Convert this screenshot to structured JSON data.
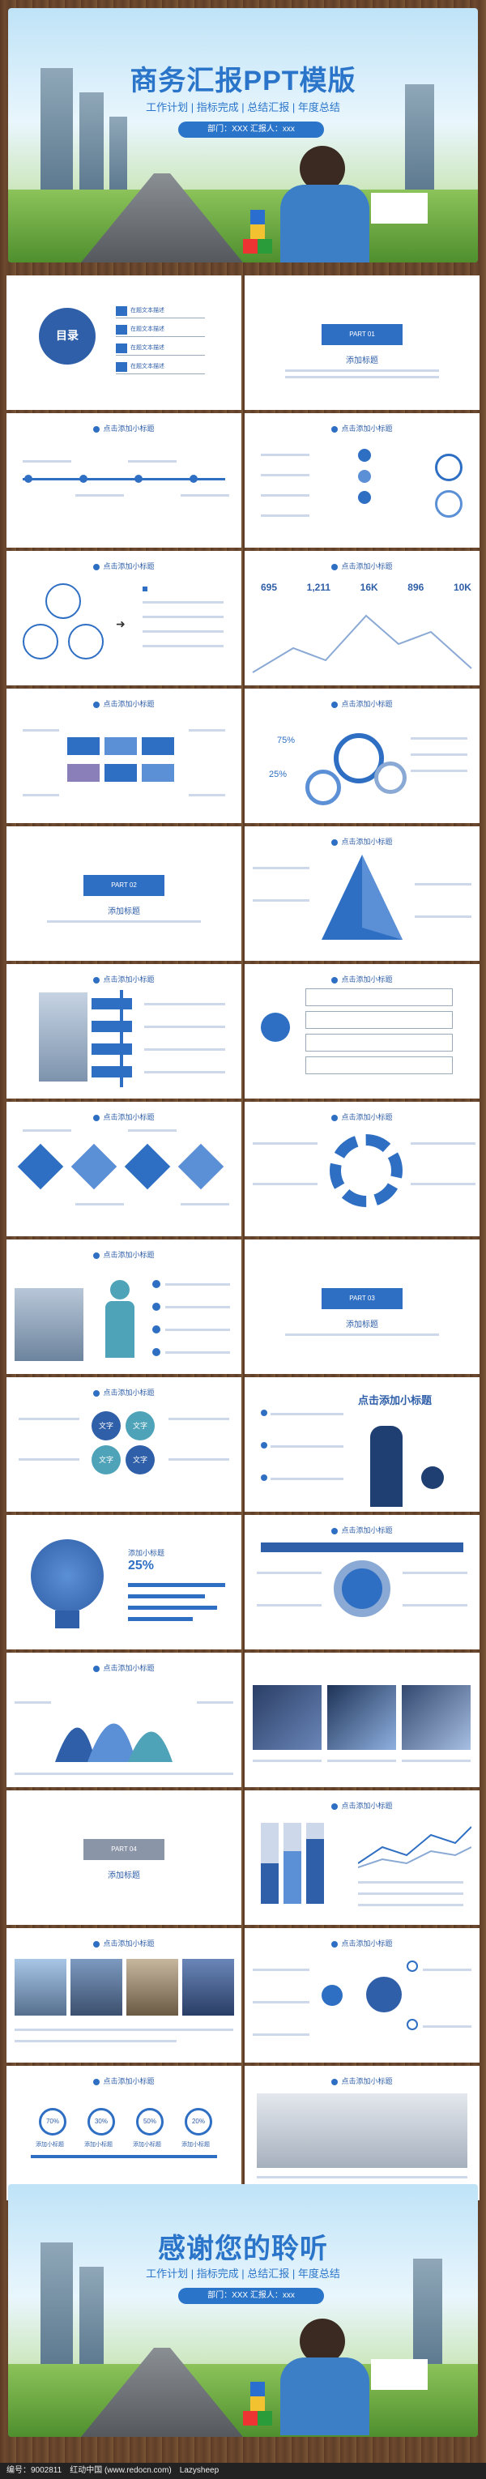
{
  "cover": {
    "title": "商务汇报PPT模版",
    "subtitle": "工作计划 | 指标完成 | 总结汇报 | 年度总结",
    "pill": "部门：XXX 汇报人：xxx"
  },
  "ending": {
    "title": "感谢您的聆听",
    "subtitle": "工作计划 | 指标完成 | 总结汇报 | 年度总结",
    "pill": "部门：XXX 汇报人：xxx"
  },
  "toc": {
    "label": "目录",
    "items": [
      "在题文本描述",
      "在题文本描述",
      "在题文本描述",
      "在题文本描述"
    ]
  },
  "parts": [
    {
      "label": "PART 01",
      "sub": "添加标题"
    },
    {
      "label": "PART 02",
      "sub": "添加标题"
    },
    {
      "label": "PART 03",
      "sub": "添加标题"
    },
    {
      "label": "PART 04",
      "sub": "添加标题"
    }
  ],
  "slide_title": "点击添加小标题",
  "slide_title_large": "点击添加小标题",
  "stats": [
    "695",
    "1,211",
    "16K",
    "896",
    "10K"
  ],
  "percents": [
    "75%",
    "25%"
  ],
  "words": [
    "文字",
    "文字",
    "文字",
    "文字"
  ],
  "subtitle_add": "添加小标题",
  "percent_circles": [
    "70%",
    "30%",
    "50%",
    "20%"
  ],
  "footer": "编号：9002811　红动中国 (www.redocn.com)　Lazysheep"
}
